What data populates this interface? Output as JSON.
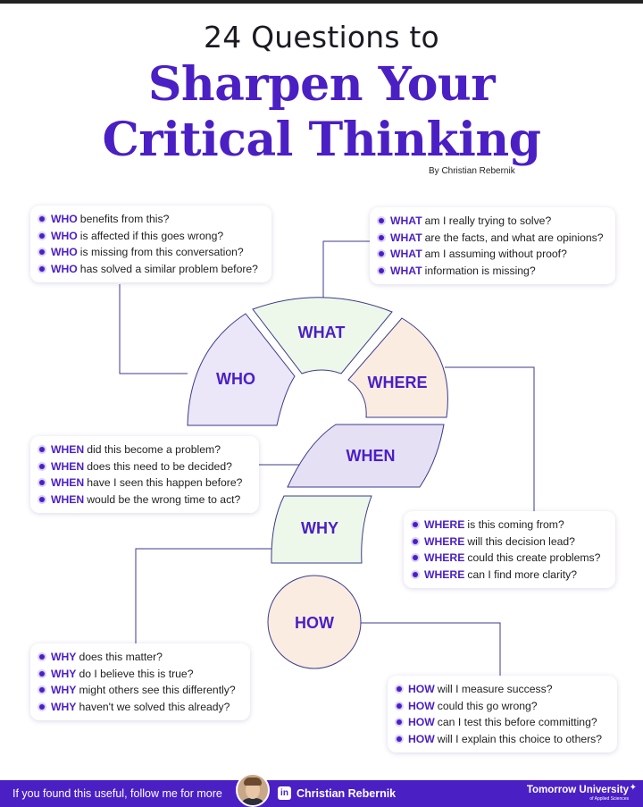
{
  "header": {
    "title_line1": "24 Questions to",
    "title_line2": "Sharpen Your",
    "title_line3": "Critical Thinking",
    "byline": "By Christian Rebernik"
  },
  "colors": {
    "accent": "#4a1fc4",
    "who_fill": "#ebe6f8",
    "what_fill": "#edf8ea",
    "where_fill": "#fbece2",
    "when_fill": "#e6e0f5",
    "why_fill": "#edf8ea",
    "how_fill": "#fbece2",
    "connector": "#3b3b8c"
  },
  "segments": {
    "who": "WHO",
    "what": "WHAT",
    "where": "WHERE",
    "when": "WHEN",
    "why": "WHY",
    "how": "HOW"
  },
  "cards": {
    "who": {
      "items": [
        {
          "kw": "WHO",
          "text": "benefits from this?"
        },
        {
          "kw": "WHO",
          "text": "is affected if this goes wrong?"
        },
        {
          "kw": "WHO",
          "text": "is missing from this conversation?"
        },
        {
          "kw": "WHO",
          "text": "has solved a similar problem before?"
        }
      ]
    },
    "what": {
      "items": [
        {
          "kw": "WHAT",
          "text": "am I really trying to solve?"
        },
        {
          "kw": "WHAT",
          "text": "are the facts, and what are opinions?"
        },
        {
          "kw": "WHAT",
          "text": "am I assuming without proof?"
        },
        {
          "kw": "WHAT",
          "text": "information is missing?"
        }
      ]
    },
    "when": {
      "items": [
        {
          "kw": "WHEN",
          "text": "did this become a problem?"
        },
        {
          "kw": "WHEN",
          "text": "does this need to be decided?"
        },
        {
          "kw": "WHEN",
          "text": "have I seen this happen before?"
        },
        {
          "kw": "WHEN",
          "text": "would be the wrong time to act?"
        }
      ]
    },
    "where": {
      "items": [
        {
          "kw": "WHERE",
          "text": "is this coming from?"
        },
        {
          "kw": "WHERE",
          "text": "will this decision lead?"
        },
        {
          "kw": "WHERE",
          "text": "could this create problems?"
        },
        {
          "kw": "WHERE",
          "text": "can I find more clarity?"
        }
      ]
    },
    "why": {
      "items": [
        {
          "kw": "WHY",
          "text": "does this matter?"
        },
        {
          "kw": "WHY",
          "text": "do I believe this is true?"
        },
        {
          "kw": "WHY",
          "text": "might others see this differently?"
        },
        {
          "kw": "WHY",
          "text": "haven't we solved this already?"
        }
      ]
    },
    "how": {
      "items": [
        {
          "kw": "HOW",
          "text": "will I measure success?"
        },
        {
          "kw": "HOW",
          "text": "could this go wrong?"
        },
        {
          "kw": "HOW",
          "text": "can I test this before committing?"
        },
        {
          "kw": "HOW",
          "text": "will I explain this choice to others?"
        }
      ]
    }
  },
  "footer": {
    "follow_text": "If you found this useful, follow me for more",
    "linkedin_icon": "in",
    "author": "Christian Rebernik",
    "brand_name": "Tomorrow University",
    "brand_sub": "of Applied Sciences"
  }
}
